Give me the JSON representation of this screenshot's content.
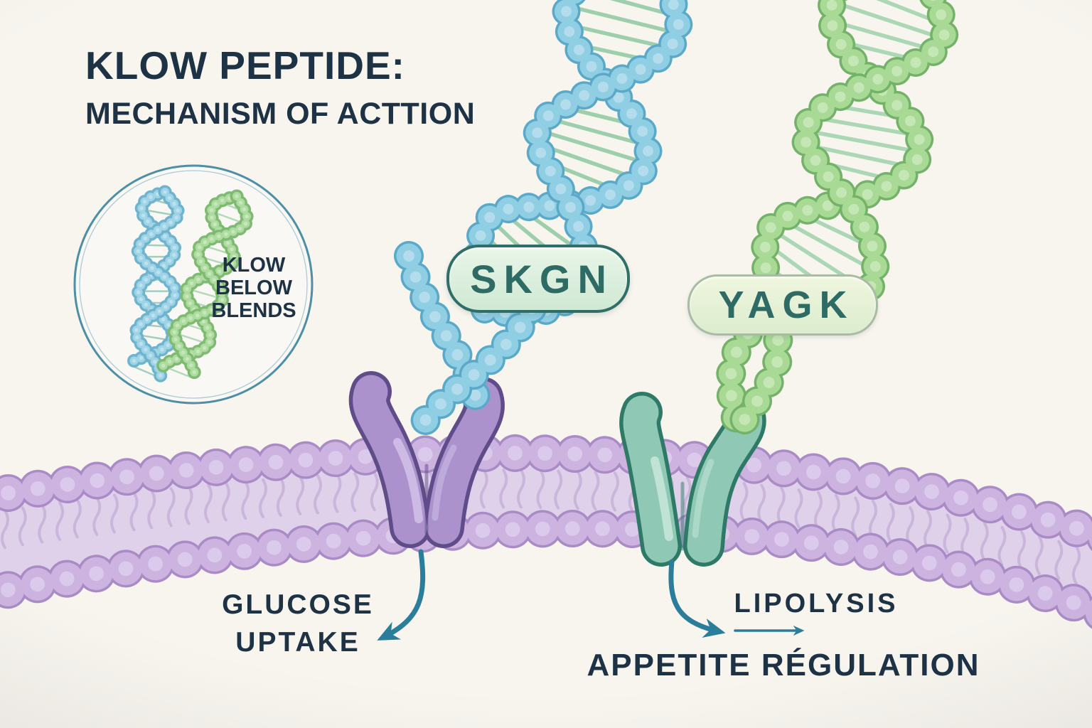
{
  "title": {
    "line1": "KLOW PEPTIDE:",
    "line2": "MECHANISM OF ACTTION"
  },
  "inset_badge": {
    "lines": [
      "KLOW",
      "BELOW",
      "BLENDS"
    ]
  },
  "pills": {
    "left": "SKGN",
    "right": "YAGK"
  },
  "annotations": {
    "glucose_line1": "GLUCOSE",
    "glucose_line2": "UPTAKE",
    "lipolysis": "LIPOLYSIS",
    "appetite": "APPETITE RÉGULATION"
  },
  "colors": {
    "background": "#f6f4ed",
    "ink": "#1e3246",
    "teal_arrow": "#2b7e9b",
    "dna_blue": "#90cee3",
    "dna_blue_line": "#5aa9c9",
    "dna_green": "#a8da96",
    "dna_green_line": "#74b269",
    "rung_green": "#8fc9a1",
    "membrane_purple": "#cdb3e0",
    "membrane_line": "#a98bc6",
    "receptor_purple": "#ab92cd",
    "receptor_purple_line": "#5f4c88",
    "receptor_teal": "#8fc9b6",
    "receptor_teal_line": "#2e7a67",
    "pill_text": "#2e6b64",
    "inset_ring": "#4d8fa6"
  }
}
